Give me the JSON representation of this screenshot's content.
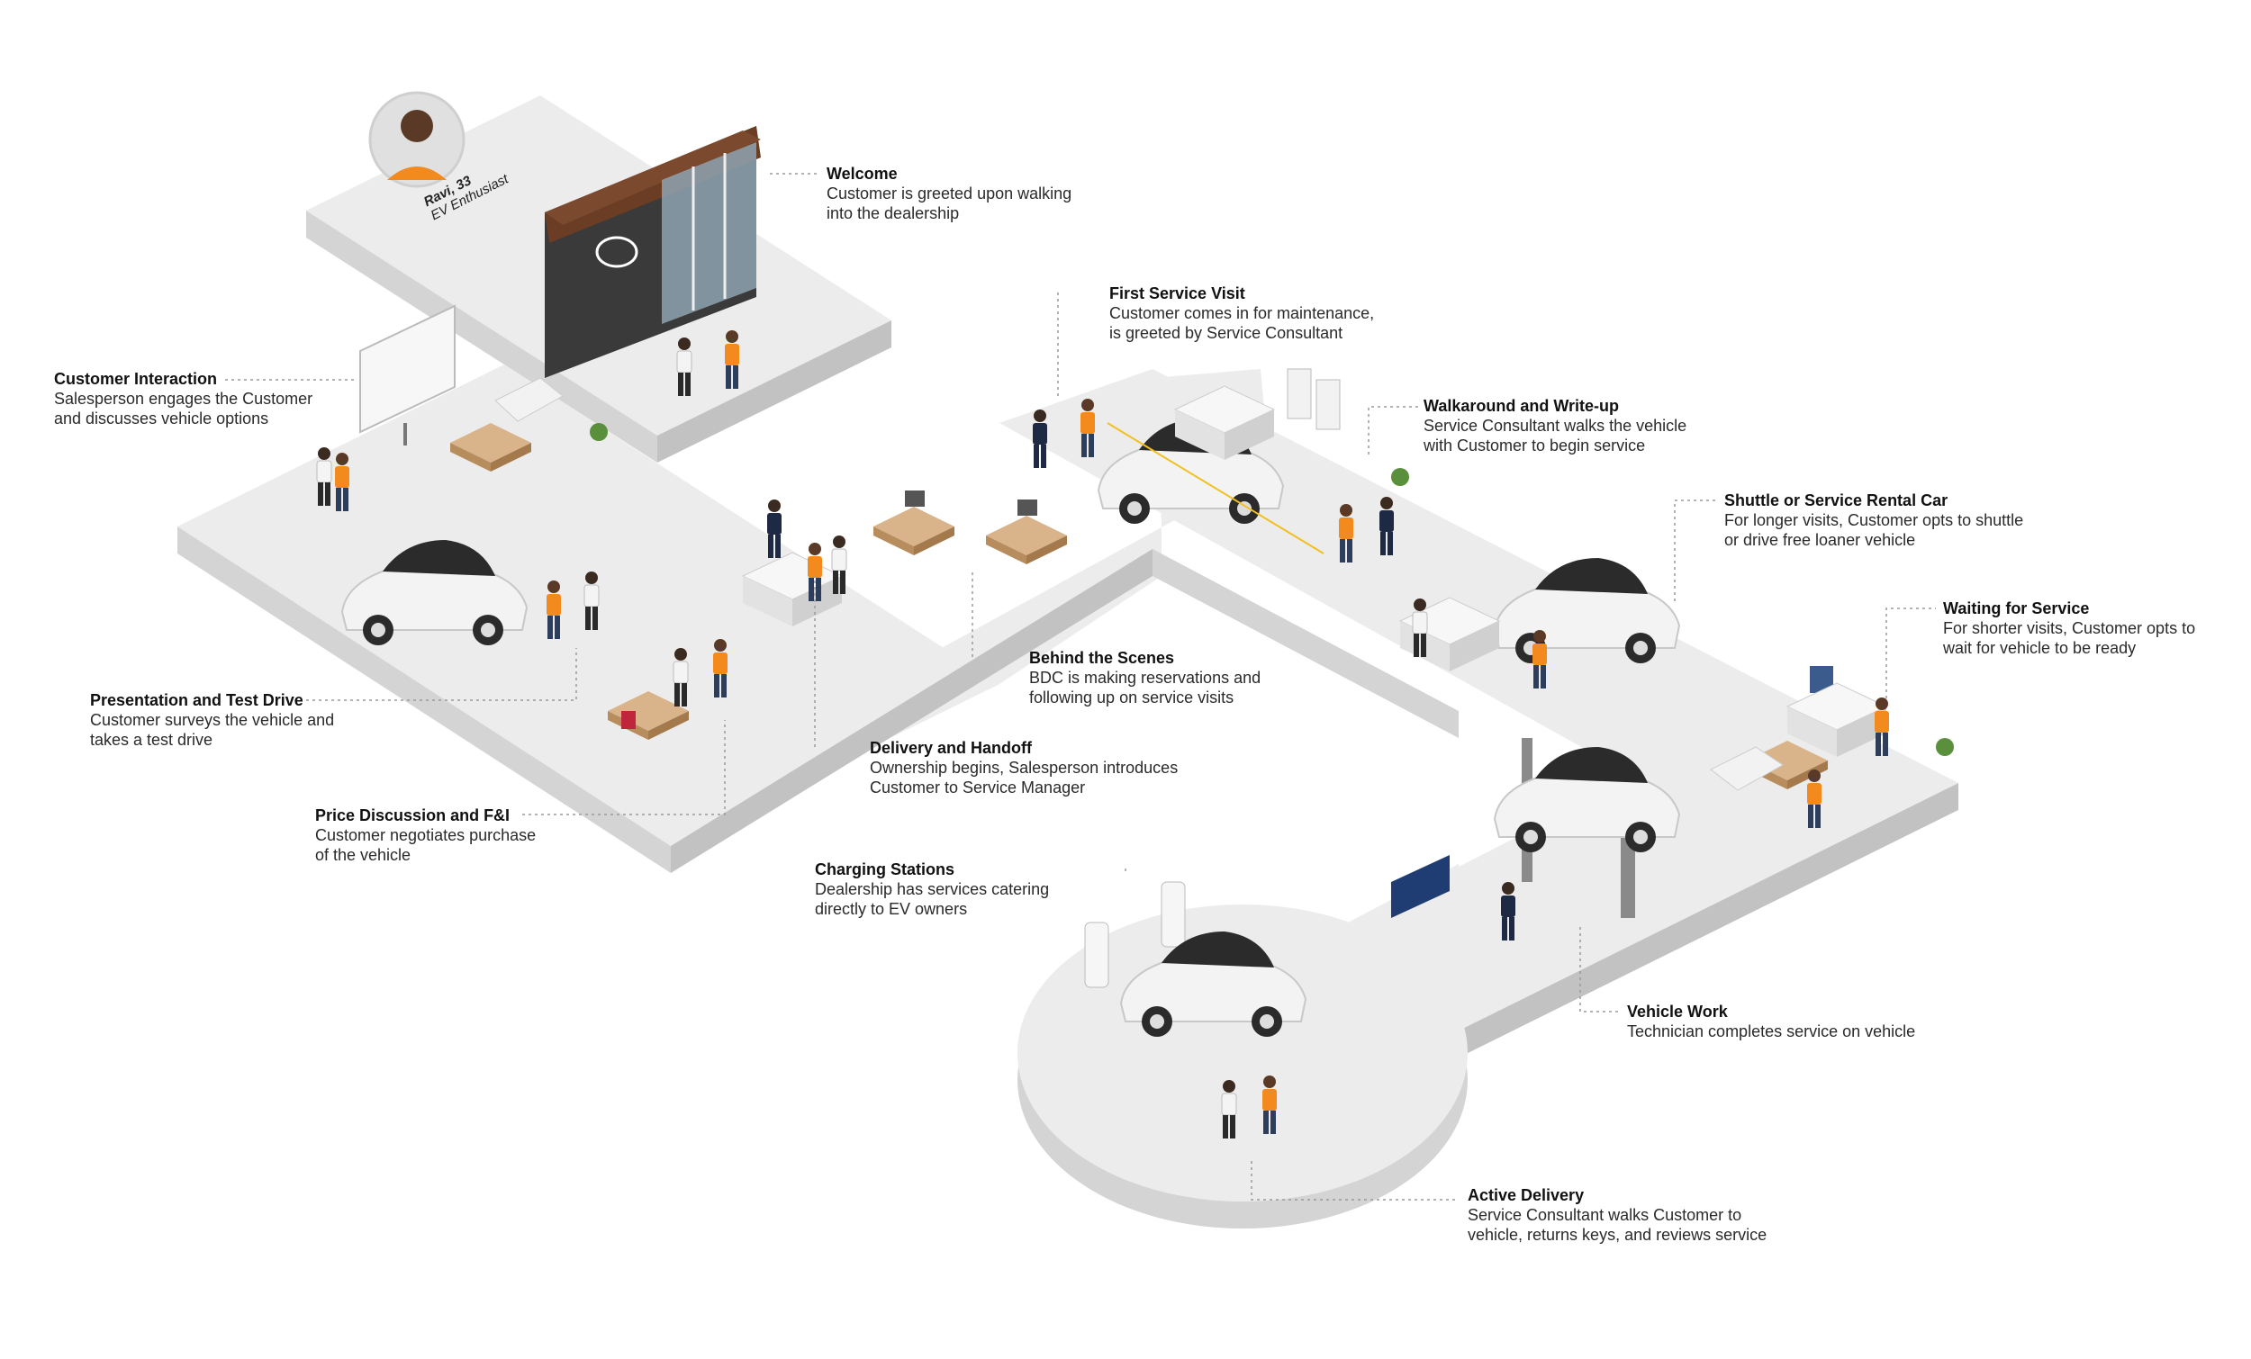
{
  "persona": {
    "name": "Ravi, 33",
    "role": "EV Enthusiast"
  },
  "colors": {
    "floor_top": "#ececec",
    "floor_side": "#d4d4d4",
    "floor_side_dark": "#c2c2c2",
    "accent_orange": "#f28a1e",
    "shirt_white": "#f4f4f4",
    "suit_navy": "#1e2a44",
    "building_brown": "#6a3d24",
    "building_gray": "#3a3a3a",
    "leader_line": "#9a9a9a",
    "car_body": "#f3f3f3",
    "car_roof": "#2b2b2b",
    "toolbox_blue": "#1f3d73"
  },
  "steps": [
    {
      "id": "welcome",
      "title": "Welcome",
      "lines": [
        "Customer is greeted upon walking",
        "into the dealership"
      ]
    },
    {
      "id": "customer-interaction",
      "title": "Customer Interaction",
      "lines": [
        "Salesperson engages the Customer",
        "and discusses vehicle options"
      ]
    },
    {
      "id": "presentation-test-drive",
      "title": "Presentation and Test Drive",
      "lines": [
        "Customer surveys the vehicle and",
        "takes a test drive"
      ]
    },
    {
      "id": "price-discussion",
      "title": "Price Discussion and F&I",
      "lines": [
        "Customer negotiates purchase",
        "of the vehicle"
      ]
    },
    {
      "id": "delivery-handoff",
      "title": "Delivery and Handoff",
      "lines": [
        "Ownership begins, Salesperson introduces",
        "Customer to Service Manager"
      ]
    },
    {
      "id": "behind-the-scenes",
      "title": "Behind the Scenes",
      "lines": [
        "BDC is making reservations and",
        "following up on service visits"
      ]
    },
    {
      "id": "first-service-visit",
      "title": "First Service Visit",
      "lines": [
        "Customer comes in for maintenance,",
        "is greeted by Service Consultant"
      ]
    },
    {
      "id": "walkaround",
      "title": "Walkaround and Write-up",
      "lines": [
        "Service Consultant walks the vehicle",
        "with Customer to begin service"
      ]
    },
    {
      "id": "shuttle",
      "title": "Shuttle or Service Rental Car",
      "lines": [
        "For longer visits, Customer opts to shuttle",
        "or drive free loaner vehicle"
      ]
    },
    {
      "id": "waiting",
      "title": "Waiting for Service",
      "lines": [
        "For shorter visits, Customer opts to",
        "wait for vehicle to be ready"
      ]
    },
    {
      "id": "vehicle-work",
      "title": "Vehicle Work",
      "lines": [
        "Technician completes service on vehicle"
      ]
    },
    {
      "id": "charging",
      "title": "Charging Stations",
      "lines": [
        "Dealership has services catering",
        "directly to EV owners"
      ]
    },
    {
      "id": "active-delivery",
      "title": "Active Delivery",
      "lines": [
        "Service Consultant walks Customer to",
        "vehicle, returns keys, and reviews service"
      ]
    }
  ]
}
